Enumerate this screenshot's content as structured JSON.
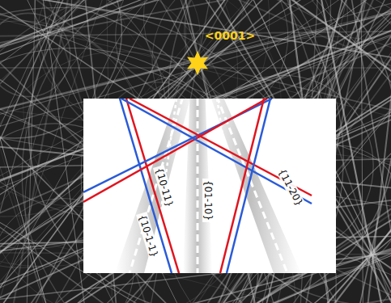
{
  "diagram": {
    "labels": [
      "<0001>",
      "{10-1-1}",
      "{10-11}",
      "{01-10}",
      "{11-20}"
    ]
  }
}
